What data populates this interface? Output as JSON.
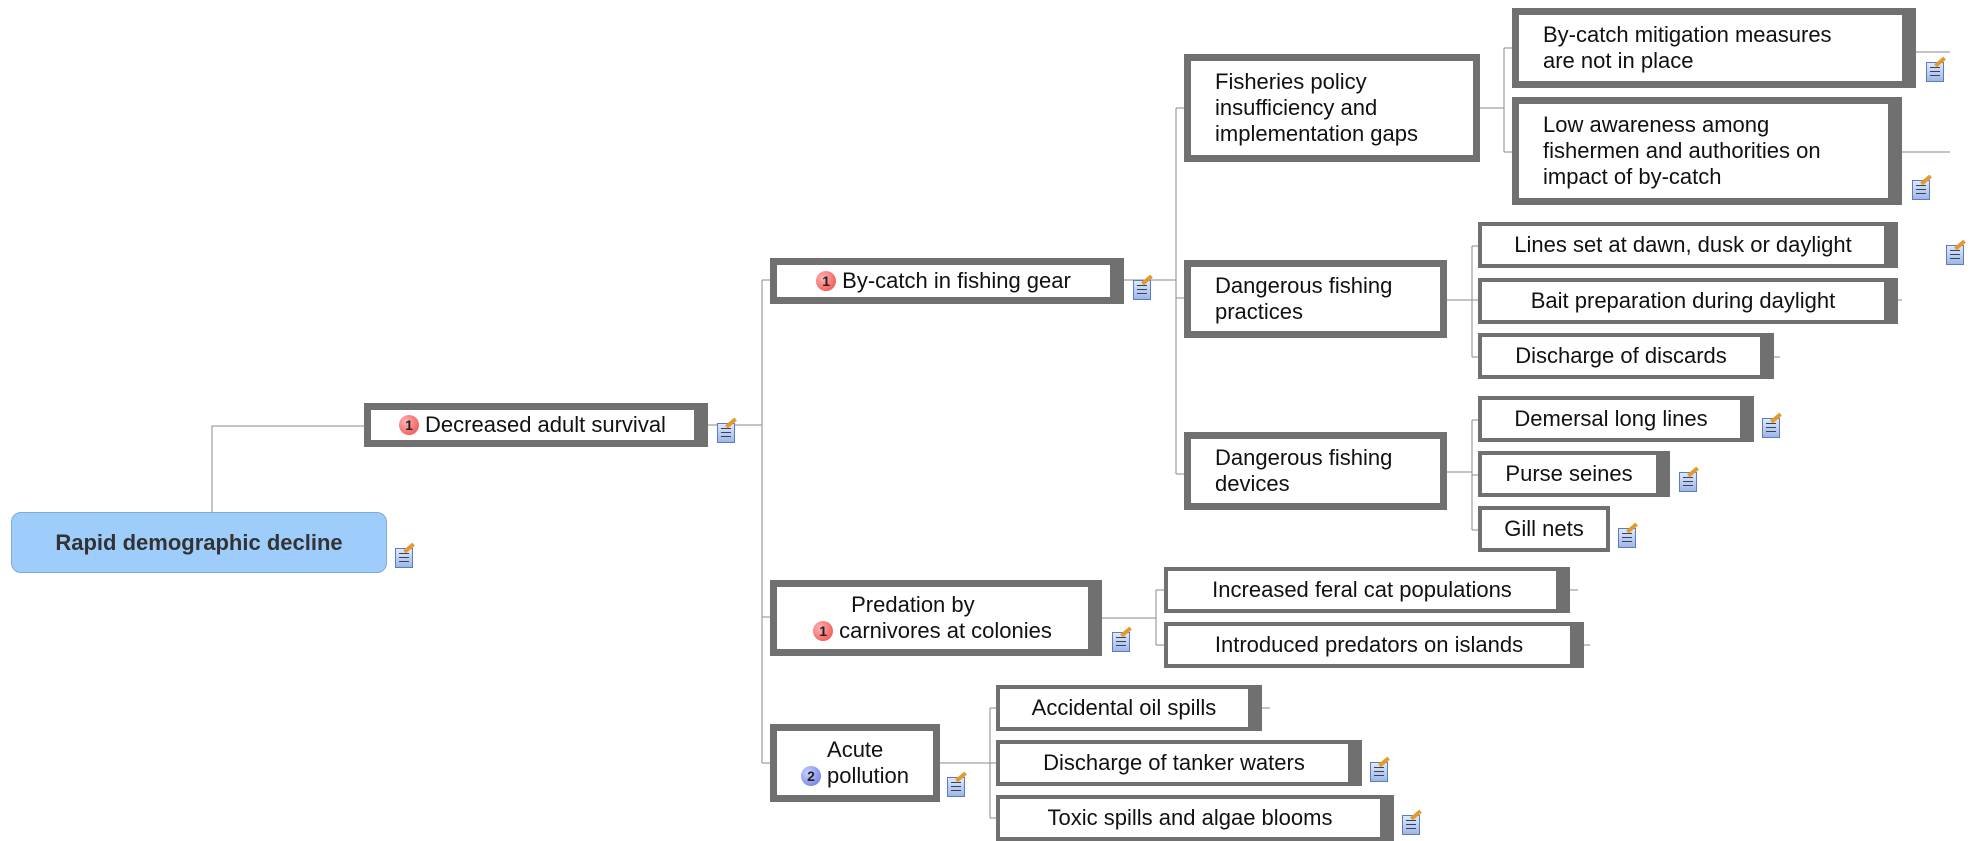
{
  "root": {
    "label": "Rapid demographic decline"
  },
  "nodes": {
    "decreased_adult_survival": {
      "label": "Decreased adult survival",
      "badge": "1"
    },
    "bycatch_fishing_gear": {
      "label": "By-catch in fishing gear",
      "badge": "1"
    },
    "predation": {
      "line1": "Predation by",
      "line2": "carnivores at colonies",
      "badge": "1"
    },
    "acute_pollution": {
      "line1": "Acute",
      "line2": "pollution",
      "badge": "2"
    },
    "fisheries_policy": {
      "label": "Fisheries policy\ninsufficiency and\nimplementation gaps"
    },
    "dangerous_practices": {
      "label": "Dangerous fishing\npractices"
    },
    "dangerous_devices": {
      "label": "Dangerous fishing\ndevices"
    },
    "mitigation_measures": {
      "label": "By-catch mitigation measures\nare not in place"
    },
    "low_awareness": {
      "label": "Low awareness among\nfishermen and authorities on\nimpact of by-catch"
    },
    "lines_set": {
      "label": "Lines set at dawn, dusk or daylight"
    },
    "bait_preparation": {
      "label": "Bait preparation during daylight"
    },
    "discharge_discards": {
      "label": "Discharge of discards"
    },
    "demersal_long_lines": {
      "label": "Demersal long lines"
    },
    "purse_seines": {
      "label": "Purse seines"
    },
    "gill_nets": {
      "label": "Gill nets"
    },
    "feral_cats": {
      "label": "Increased feral cat populations"
    },
    "introduced_predators": {
      "label": "Introduced predators on islands"
    },
    "oil_spills": {
      "label": "Accidental oil spills"
    },
    "tanker_waters": {
      "label": "Discharge of tanker waters"
    },
    "toxic_spills": {
      "label": "Toxic spills and algae blooms"
    }
  },
  "icons": {
    "note": "note-icon",
    "priority": "priority-badge-icon"
  },
  "colors": {
    "root_fill": "#9fcdfb",
    "node_border": "#707070",
    "connector": "#8a8a8a",
    "priority_1": "#e44444",
    "priority_2": "#6270e0"
  }
}
